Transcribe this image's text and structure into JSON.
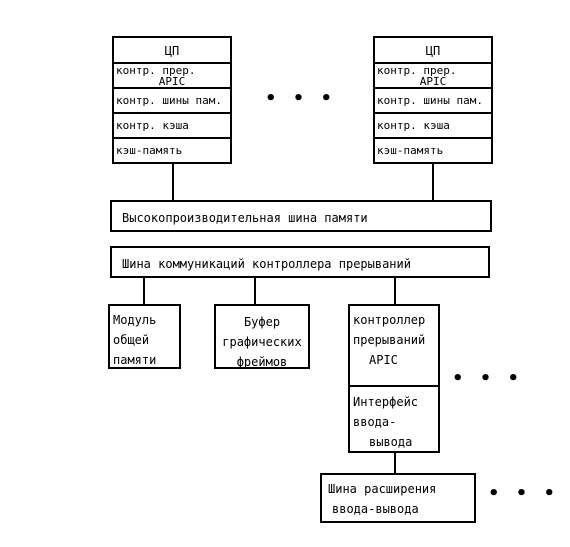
{
  "cpu_left": {
    "title": "ЦП",
    "apic_line1": "контр. прер.",
    "apic_line2": "APIC",
    "mem_bus": "контр. шины пам.",
    "cache_ctrl": "контр. кэша",
    "cache": "кэш-память"
  },
  "cpu_right": {
    "title": "ЦП",
    "apic_line1": "контр. прер.",
    "apic_line2": "APIC",
    "mem_bus": "контр. шины пам.",
    "cache_ctrl": "контр. кэша",
    "cache": "кэш-память"
  },
  "ellipsis": "• • •",
  "memory_bus": "Высокопроизводительная шина памяти",
  "interrupt_bus": "Шина коммуникаций контроллера прерываний",
  "shared_memory": [
    "Модуль",
    "общей",
    "памяти"
  ],
  "frame_buffer": [
    "Буфер",
    "графических",
    "фреймов"
  ],
  "apic_controller": [
    "контроллер",
    "прерываний",
    "APIC"
  ],
  "io_interface": [
    "Интерфейс",
    "ввода-",
    "вывода"
  ],
  "expansion_bus": [
    "Шина расширения",
    "ввода-вывода"
  ]
}
